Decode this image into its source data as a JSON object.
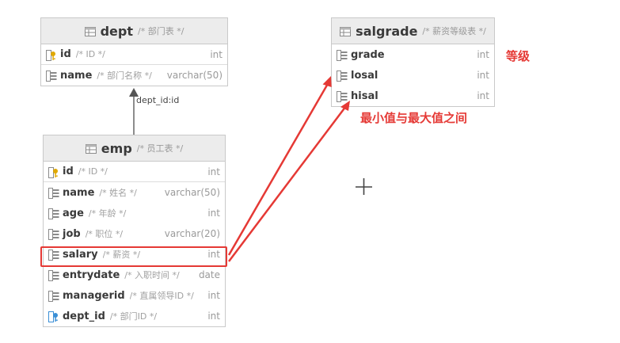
{
  "tables": {
    "dept": {
      "name": "dept",
      "comment": "/* 部门表 */",
      "columns": [
        {
          "name": "id",
          "comment": "/* ID */",
          "type": "int",
          "icon": "primary-key-icon"
        },
        {
          "name": "name",
          "comment": "/* 部门名称 */",
          "type": "varchar(50)",
          "icon": "column-icon"
        }
      ]
    },
    "salgrade": {
      "name": "salgrade",
      "comment": "/* 薪资等级表 */",
      "columns": [
        {
          "name": "grade",
          "comment": "",
          "type": "int",
          "icon": "column-icon"
        },
        {
          "name": "losal",
          "comment": "",
          "type": "int",
          "icon": "column-icon"
        },
        {
          "name": "hisal",
          "comment": "",
          "type": "int",
          "icon": "column-icon"
        }
      ]
    },
    "emp": {
      "name": "emp",
      "comment": "/* 员工表 */",
      "columns": [
        {
          "name": "id",
          "comment": "/* ID */",
          "type": "int",
          "icon": "primary-key-icon"
        },
        {
          "name": "name",
          "comment": "/* 姓名 */",
          "type": "varchar(50)",
          "icon": "column-icon"
        },
        {
          "name": "age",
          "comment": "/* 年龄 */",
          "type": "int",
          "icon": "column-icon"
        },
        {
          "name": "job",
          "comment": "/* 职位 */",
          "type": "varchar(20)",
          "icon": "column-icon"
        },
        {
          "name": "salary",
          "comment": "/* 薪资 */",
          "type": "int",
          "icon": "column-icon"
        },
        {
          "name": "entrydate",
          "comment": "/* 入职时间 */",
          "type": "date",
          "icon": "column-icon"
        },
        {
          "name": "managerid",
          "comment": "/* 直属领导ID */",
          "type": "int",
          "icon": "column-icon"
        },
        {
          "name": "dept_id",
          "comment": "/* 部门ID */",
          "type": "int",
          "icon": "foreign-key-icon"
        }
      ]
    }
  },
  "relation": {
    "label": "dept_id:id"
  },
  "annotations": {
    "grade_note": "等级",
    "range_note": "最小值与最大值之间"
  },
  "colors": {
    "highlight": "#e53935",
    "header_bg": "#ececec",
    "key_icon": "#e0a800",
    "fk_icon": "#3a8fd6"
  }
}
